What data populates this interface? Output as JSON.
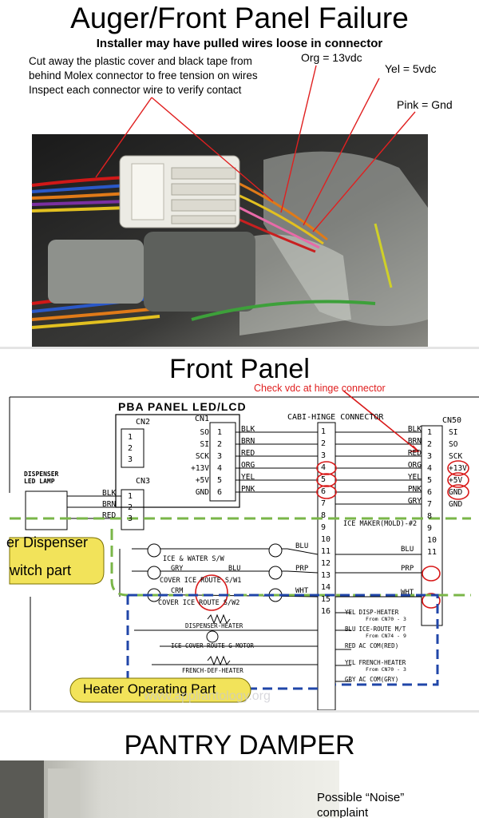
{
  "slide1": {
    "title": "Auger/Front Panel Failure",
    "subtitle": "Installer may have pulled wires loose in connector",
    "instructions": [
      "Cut away the plastic cover and black tape from",
      "behind Molex connector to free tension on wires",
      "Inspect each connector wire to verify contact"
    ],
    "labels": {
      "orange": "Org = 13vdc",
      "yellow": "Yel = 5vdc",
      "pink": "Pink = Gnd"
    }
  },
  "slide2": {
    "title": "Front Panel",
    "callout": "Check vdc at hinge connector",
    "pba_title": "PBA PANEL LED/LCD",
    "cn2": "CN2",
    "cn1": "CN1",
    "cn3": "CN3",
    "cabi_title": "CABI-HINGE CONNECTOR",
    "cn50": "CN50",
    "dispenser_lamp": [
      "DISPENSER",
      "LED LAMP"
    ],
    "cn1_signals": [
      "SO",
      "SI",
      "SCK",
      "+13V",
      "+5V",
      "GND"
    ],
    "cn1_wires": [
      "BLK",
      "BRN",
      "RED",
      "ORG",
      "YEL",
      "PNK"
    ],
    "cabi_pins": [
      "1",
      "2",
      "3",
      "4",
      "5",
      "6",
      "7",
      "8",
      "9",
      "10",
      "11",
      "12",
      "13",
      "14",
      "15",
      "16"
    ],
    "cn50_wires": [
      "BLK",
      "BRN",
      "RED",
      "ORG",
      "YEL",
      "PNK",
      "GRY"
    ],
    "cn50_pins": [
      "1",
      "2",
      "3",
      "4",
      "5",
      "6",
      "7",
      "8",
      "9",
      "10",
      "11"
    ],
    "cn50_signals": [
      "SI",
      "SO",
      "SCK",
      "+13V",
      "+5V",
      "GND",
      "GND"
    ],
    "cn3_wires": [
      "BLK",
      "BRN",
      "RED"
    ],
    "ice_maker": "ICE MAKER(MOLD)-#2",
    "switch_labels": {
      "ice_water": "ICE & WATER S/W",
      "gry": "GRY",
      "blu": "BLU",
      "cover1": "COVER ICE ROUTE S/W1",
      "crm": "CRM",
      "cover2": "COVER ICE ROUTE S/W2",
      "blu2": "BLU",
      "prp": "PRP",
      "wht": "WHT"
    },
    "right_wires": {
      "blu": "BLU",
      "prp": "PRP",
      "wht": "WHT"
    },
    "heater_labels": {
      "disp": "DISPENSER-HEATER",
      "motor": "ICE COVER ROUTE G-MOTOR",
      "french": "FRENCH-DEF-HEATER"
    },
    "right_notes": [
      {
        "wire": "YEL",
        "text": "DISP-HEATER",
        "sub": "From CN70 - 3"
      },
      {
        "wire": "BLU",
        "text": "ICE-ROUTE M/T",
        "sub": "From CN74 - 9"
      },
      {
        "wire": "RED",
        "text": "AC COM(RED)",
        "sub": ""
      },
      {
        "wire": "YEL",
        "text": "FRENCH-HEATER",
        "sub": "From CN70 - 3"
      },
      {
        "wire": "GRY",
        "text": "AC COM(GRY)",
        "sub": ""
      }
    ],
    "dispenser_part_1": "er Dispenser",
    "dispenser_part_2": "witch part",
    "heater_part": "Heater Operating Part",
    "watermark": "www.appliantology.org"
  },
  "slide3": {
    "title": "PANTRY DAMPER",
    "note_1": "Possible “Noise”",
    "note_2": "complaint"
  },
  "colors": {
    "annotation_red": "#e02020",
    "yellow_box": "#f2e35a",
    "green_dash": "#7ab648",
    "blue_dash": "#2046a8"
  }
}
